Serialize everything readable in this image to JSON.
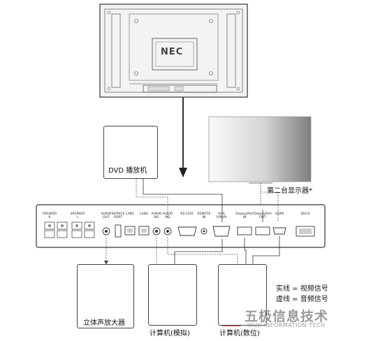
{
  "monitor": {
    "logo": "NEC"
  },
  "dvd": {
    "label": "DVD 播放机"
  },
  "second_display": {
    "label": "第二台显示器*"
  },
  "panel_ports": [
    {
      "id": "speaker-r",
      "label": "SPEAKER\nR"
    },
    {
      "id": "speaker-l",
      "label": "SPEAKER\nL"
    },
    {
      "id": "audio-out",
      "label": "AUDIO\nOUT"
    },
    {
      "id": "service-port",
      "label": "SERVICE\nPORT"
    },
    {
      "id": "lan1",
      "label": "LAN1"
    },
    {
      "id": "lan2",
      "label": "LAN2"
    },
    {
      "id": "audio-in1",
      "label": "AUDIO\nIN1"
    },
    {
      "id": "audio-in2",
      "label": "AUDIO\nIN2"
    },
    {
      "id": "rs232c",
      "label": "RS-232C"
    },
    {
      "id": "remote-in",
      "label": "REMOTE\nIN"
    },
    {
      "id": "vga",
      "label": "VGA\nY/Pb/Pr"
    },
    {
      "id": "dp-in",
      "label": "DisplayPort\nIN"
    },
    {
      "id": "dp-out",
      "label": "DisplayPort\nOUT"
    },
    {
      "id": "hdmi",
      "label": "HDMI"
    },
    {
      "id": "dvi",
      "label": "DVI-D"
    }
  ],
  "stereo": {
    "label": "立体声放大器"
  },
  "pc_analog": {
    "label": "计算机(模拟)"
  },
  "pc_digital": {
    "label": "计算机(数位)"
  },
  "legend": {
    "solid": "实线 = 视频信号",
    "dashed": "虚线 = 音频信号"
  },
  "watermark": {
    "cn": "五极信息技术",
    "en": "WUJI INFORMATION TECH"
  },
  "colors": {
    "line": "#333333",
    "dashed": "#555555",
    "accent": "#c0392b"
  }
}
